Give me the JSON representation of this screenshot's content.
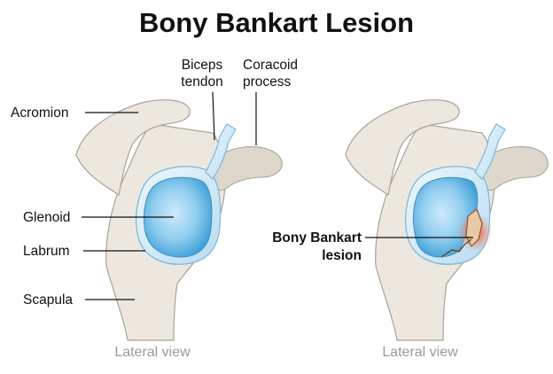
{
  "title": "Bony Bankart Lesion",
  "left_labels": {
    "biceps_line1": "Biceps",
    "biceps_line2": "tendon",
    "coracoid_line1": "Coracoid",
    "coracoid_line2": "process",
    "acromion": "Acromion",
    "glenoid": "Glenoid",
    "labrum": "Labrum",
    "scapula": "Scapula"
  },
  "right_labels": {
    "lesion_line1": "Bony Bankart",
    "lesion_line2": "lesion"
  },
  "views": {
    "left": "Lateral view",
    "right": "Lateral view"
  },
  "colors": {
    "bone": "#ece8df",
    "glenoid_blue": "#7fc3ea",
    "labrum_blue": "#d6edf9",
    "lesion_red": "#e0603a"
  }
}
